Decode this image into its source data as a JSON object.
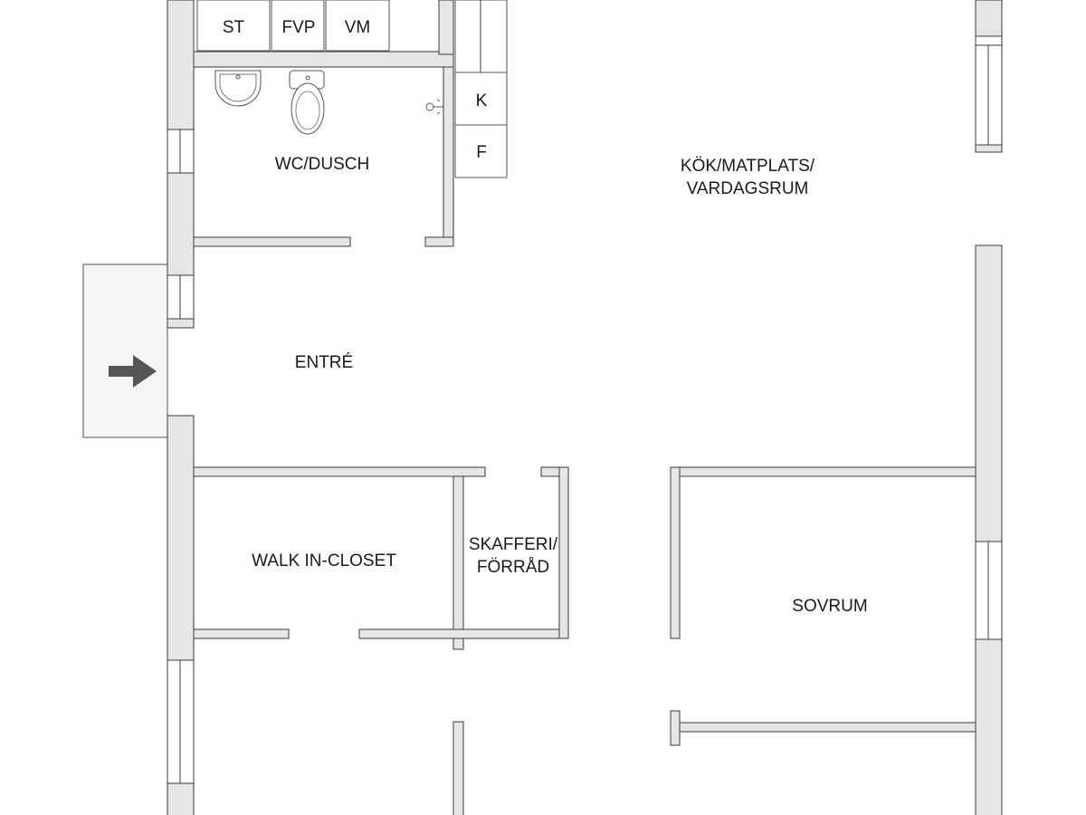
{
  "rooms": {
    "wc_dusch": "WC/DUSCH",
    "kok_line1": "KÖK/MATPLATS/",
    "kok_line2": "VARDAGSRUM",
    "entre": "ENTRÉ",
    "walk_in": "WALK IN-CLOSET",
    "skafferi_line1": "SKAFFERI/",
    "skafferi_line2": "FÖRRÅD",
    "sovrum": "SOVRUM"
  },
  "appliances": {
    "st": "ST",
    "fvp": "FVP",
    "vm": "VM",
    "k": "K",
    "f": "F"
  },
  "icons": {
    "entrance": "entrance-arrow-icon",
    "sink": "washbasin-icon",
    "toilet": "toilet-icon",
    "shower": "shower-head-icon"
  },
  "colors": {
    "wall_fill": "#e6e6e6",
    "wall_stroke": "#3a3a3a",
    "arrow": "#555555",
    "entrance_landing": "#f5f5f5"
  }
}
